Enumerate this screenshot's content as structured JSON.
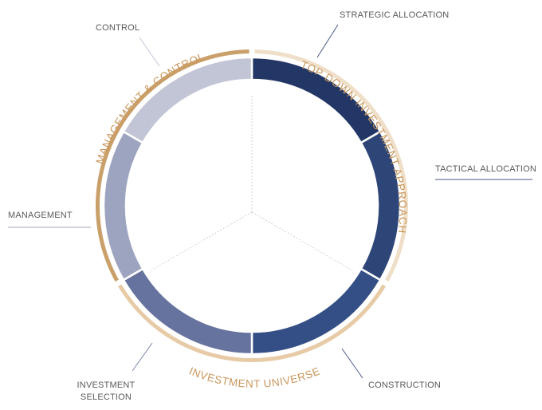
{
  "diagram": {
    "segments": [
      {
        "id": "strategic-allocation",
        "label": "STRATEGIC ALLOCATION",
        "color": "#233766"
      },
      {
        "id": "tactical-allocation",
        "label": "TACTICAL ALLOCATION",
        "color": "#2e4677"
      },
      {
        "id": "construction",
        "label": "CONSTRUCTION",
        "color": "#344f86"
      },
      {
        "id": "investment-selection",
        "label": "INVESTMENT SELECTION",
        "color": "#66739f"
      },
      {
        "id": "management",
        "label": "MANAGEMENT",
        "color": "#9da4c0"
      },
      {
        "id": "control",
        "label": "CONTROL",
        "color": "#c2c5d6"
      }
    ],
    "arcs": [
      {
        "id": "top-down",
        "label": "TOP DOWN INVESTMENT APPROACH",
        "color": "#efdfc9"
      },
      {
        "id": "investment-universe",
        "label": "INVESTMENT UNIVERSE",
        "color": "#e7cba7"
      },
      {
        "id": "management-control",
        "label": "MANAGEMENT & CONTROL",
        "color": "#caa06a"
      }
    ],
    "callout_labels": {
      "strategic_allocation": "STRATEGIC ALLOCATION",
      "tactical_allocation": "TACTICAL ALLOCATION",
      "construction": "CONSTRUCTION",
      "investment_selection_line1": "INVESTMENT",
      "investment_selection_line2": "SELECTION",
      "management": "MANAGEMENT",
      "control": "CONTROL"
    }
  }
}
